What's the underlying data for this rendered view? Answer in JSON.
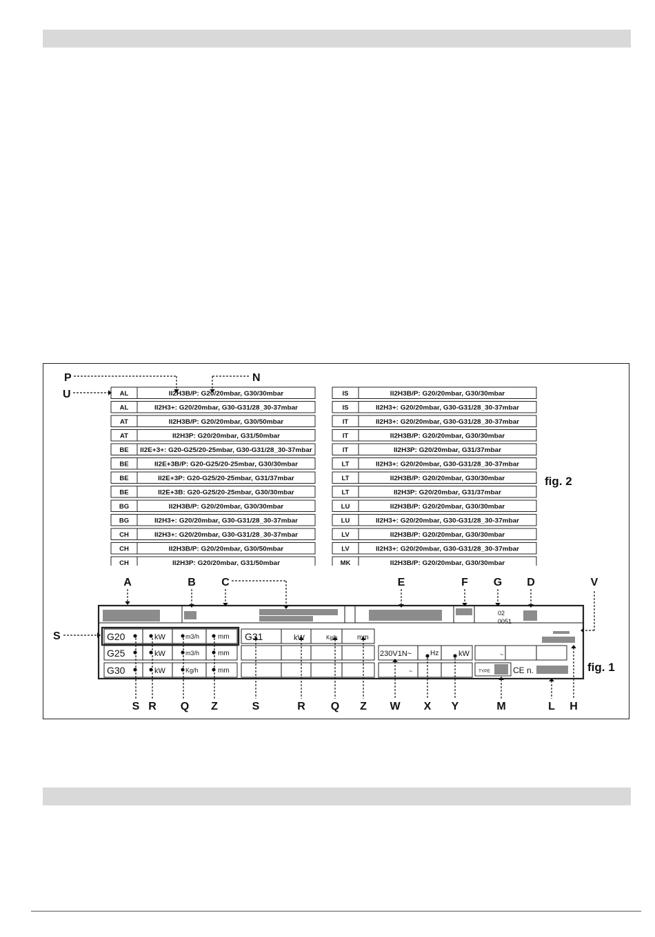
{
  "fig2": {
    "caption": "fig. 2",
    "callouts": {
      "P": "P",
      "N": "N",
      "U": "U"
    },
    "left_rows": [
      [
        "AL",
        "II2H3B/P: G20/20mbar, G30/30mbar"
      ],
      [
        "AL",
        "II2H3+: G20/20mbar, G30-G31/28_30-37mbar"
      ],
      [
        "AT",
        "II2H3B/P: G20/20mbar, G30/50mbar"
      ],
      [
        "AT",
        "II2H3P: G20/20mbar, G31/50mbar"
      ],
      [
        "BE",
        "II2E+3+: G20-G25/20-25mbar, G30-G31/28_30-37mbar"
      ],
      [
        "BE",
        "II2E+3B/P: G20-G25/20-25mbar, G30/30mbar"
      ],
      [
        "BE",
        "II2E+3P: G20-G25/20-25mbar, G31/37mbar"
      ],
      [
        "BE",
        "II2E+3B: G20-G25/20-25mbar, G30/30mbar"
      ],
      [
        "BG",
        "II2H3B/P: G20/20mbar, G30/30mbar"
      ],
      [
        "BG",
        "II2H3+: G20/20mbar, G30-G31/28_30-37mbar"
      ],
      [
        "CH",
        "II2H3+: G20/20mbar, G30-G31/28_30-37mbar"
      ],
      [
        "CH",
        "II2H3B/P: G20/20mbar, G30/50mbar"
      ],
      [
        "CH",
        "II2H3P: G20/20mbar, G31/50mbar"
      ]
    ],
    "right_rows": [
      [
        "IS",
        "II2H3B/P: G20/20mbar, G30/30mbar"
      ],
      [
        "IS",
        "II2H3+: G20/20mbar, G30-G31/28_30-37mbar"
      ],
      [
        "IT",
        "II2H3+: G20/20mbar, G30-G31/28_30-37mbar"
      ],
      [
        "IT",
        "II2H3B/P: G20/20mbar, G30/30mbar"
      ],
      [
        "IT",
        "II2H3P: G20/20mbar, G31/37mbar"
      ],
      [
        "LT",
        "II2H3+: G20/20mbar, G30-G31/28_30-37mbar"
      ],
      [
        "LT",
        "II2H3B/P: G20/20mbar, G30/30mbar"
      ],
      [
        "LT",
        "II2H3P: G20/20mbar, G31/37mbar"
      ],
      [
        "LU",
        "II2H3B/P: G20/20mbar, G30/30mbar"
      ],
      [
        "LU",
        "II2H3+: G20/20mbar, G30-G31/28_30-37mbar"
      ],
      [
        "LV",
        "II2H3B/P: G20/20mbar, G30/30mbar"
      ],
      [
        "LV",
        "II2H3+: G20/20mbar, G30-G31/28_30-37mbar"
      ],
      [
        "MK",
        "II2H3B/P: G20/20mbar, G30/30mbar"
      ]
    ]
  },
  "fig1": {
    "caption": "fig. 1",
    "top_labels": [
      "A",
      "B",
      "C",
      "E",
      "F",
      "G",
      "D",
      "V"
    ],
    "side_label": "S",
    "bottom_labels": [
      "S",
      "R",
      "Q",
      "Z",
      "S",
      "R",
      "Q",
      "Z",
      "W",
      "X",
      "Y",
      "M",
      "L",
      "H"
    ],
    "header_code_1": "02",
    "header_code_2": "0051",
    "gas_rows": [
      {
        "gas": "G20",
        "power": "kW",
        "flow": "m3/h",
        "dia": "mm"
      },
      {
        "gas": "G25",
        "power": "kW",
        "flow": "m3/h",
        "dia": "mm"
      },
      {
        "gas": "G30",
        "power": "kW",
        "flow": "Kg/h",
        "dia": "mm"
      }
    ],
    "g31": {
      "gas": "G31",
      "power": "kW",
      "flow": "Kg/h",
      "dia": "mm"
    },
    "electrical": {
      "voltage": "230V1N~",
      "freq": "Hz",
      "power": "kW",
      "tilde": "~"
    },
    "right_block": {
      "tilde": "~",
      "type_label": "TYPE",
      "ce_label": "CE n."
    }
  }
}
